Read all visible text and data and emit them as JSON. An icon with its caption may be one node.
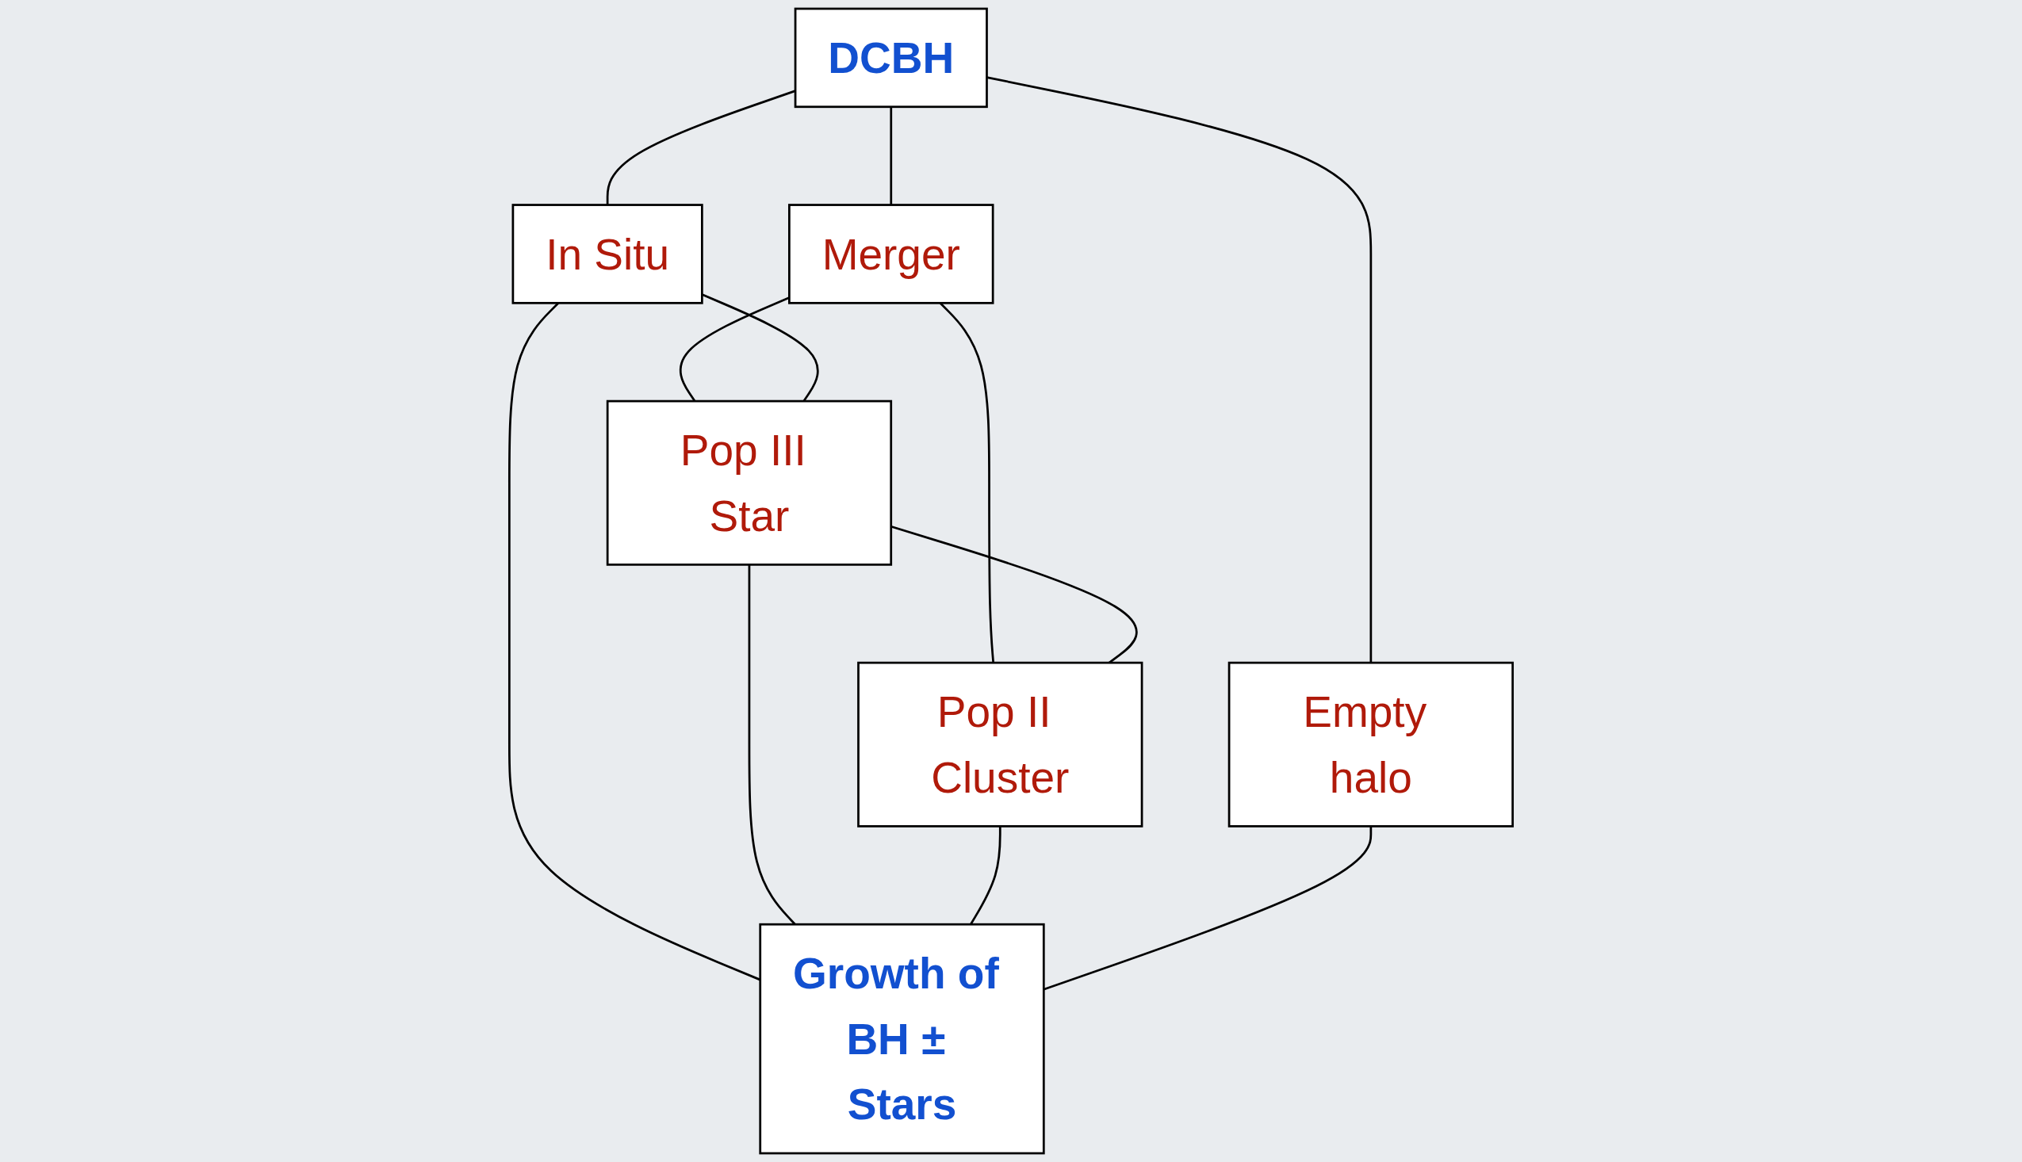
{
  "diagram": {
    "nodes": [
      {
        "text": [
          "DCBH"
        ]
      },
      {
        "text": [
          "Merger"
        ]
      },
      {
        "text": [
          "In Situ"
        ]
      },
      {
        "text": [
          "Pop III Star"
        ]
      },
      {
        "text": [
          "Pop II Cluster"
        ]
      },
      {
        "text": [
          "Empty halo"
        ]
      },
      {
        "text": [
          "Growth of BH ± Stars"
        ]
      }
    ],
    "edges": [
      {
        "from": 0,
        "to": 1,
        "arrow": "none"
      },
      {
        "from": 0,
        "to": 2,
        "arrow": "none"
      },
      {
        "from": 0,
        "to": 5,
        "arrow": "none"
      },
      {
        "from": 1,
        "to": 3,
        "arrow": "none"
      },
      {
        "from": 1,
        "to": 4,
        "arrow": "none"
      },
      {
        "from": 2,
        "to": 3,
        "arrow": "none"
      },
      {
        "from": 2,
        "to": 6,
        "arrow": "none"
      },
      {
        "from": 3,
        "to": 4,
        "arrow": "none"
      },
      {
        "from": 3,
        "to": 6,
        "arrow": "none"
      },
      {
        "from": 4,
        "to": 6,
        "arrow": "none"
      },
      {
        "from": 5,
        "to": 6,
        "arrow": "none"
      }
    ]
  }
}
